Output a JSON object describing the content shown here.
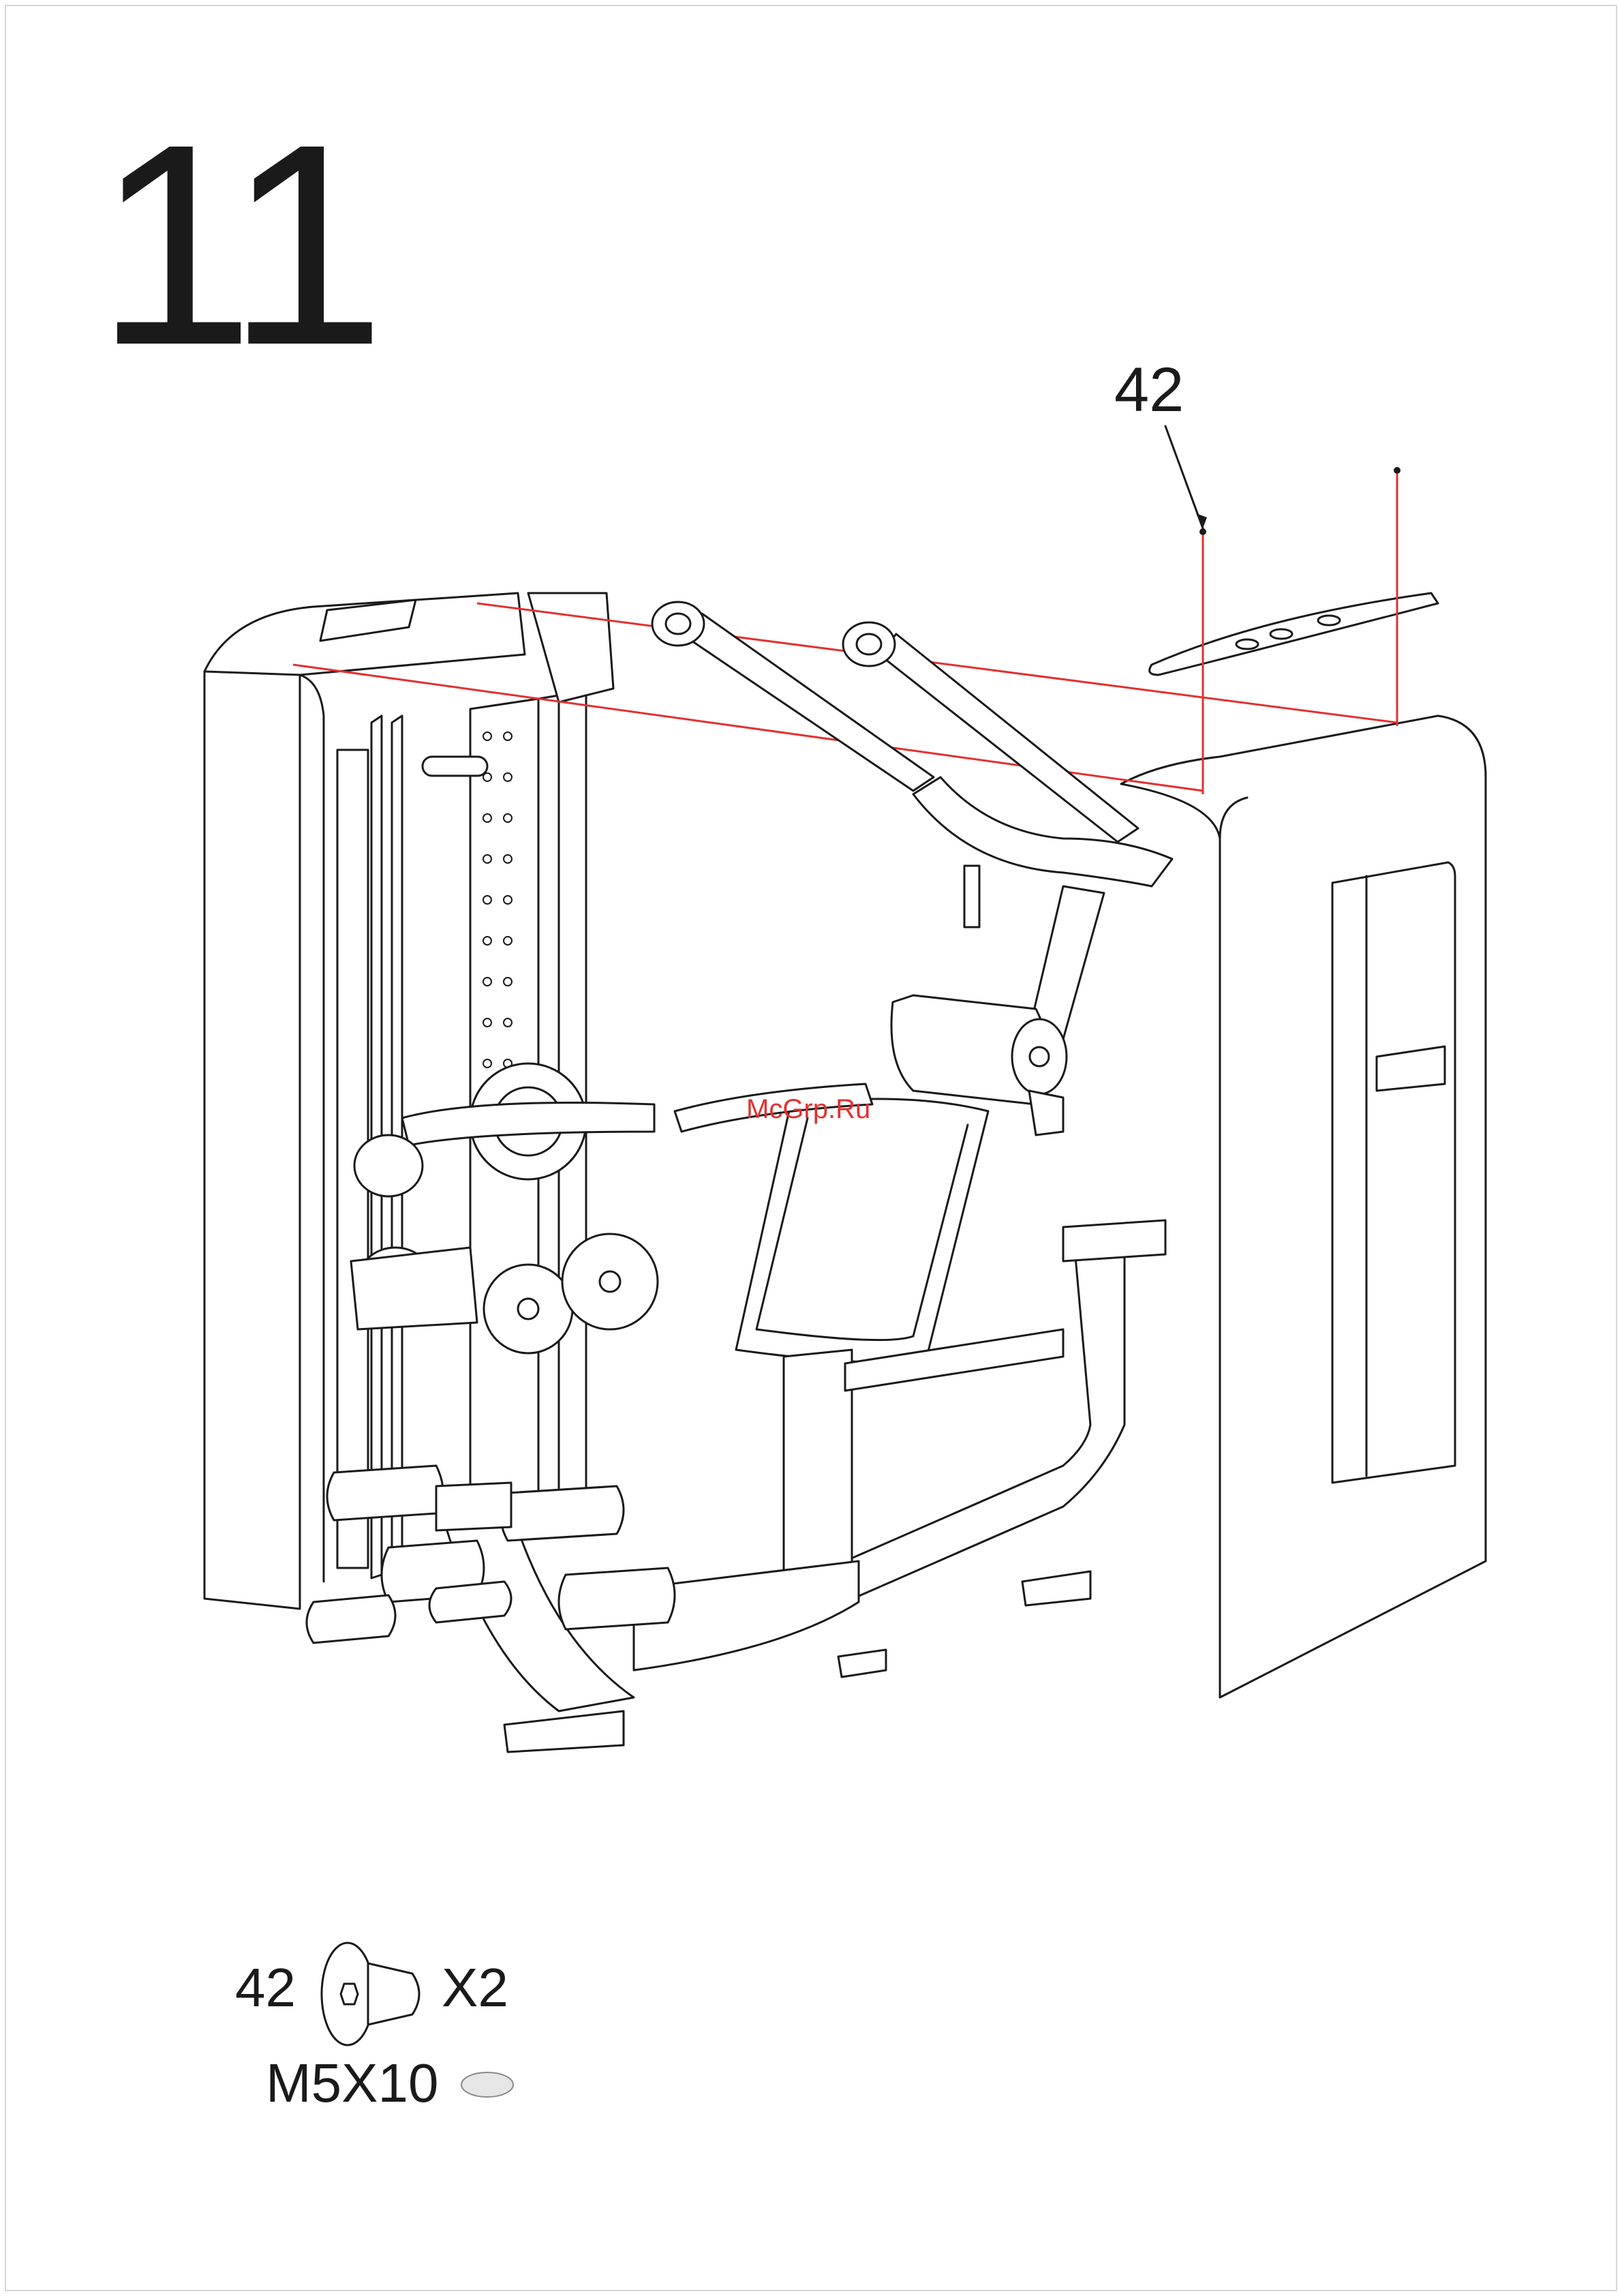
{
  "step": {
    "number": "11"
  },
  "callout": {
    "part_number": "42"
  },
  "watermark": {
    "text": "McGrp.Ru"
  },
  "hardware": {
    "part_number": "42",
    "quantity": "X2",
    "size": "M5X10",
    "icon": "flat-head-screw-icon"
  },
  "colors": {
    "line": "#1a1a1a",
    "guide": "#e33030",
    "watermark": "#e33030"
  }
}
